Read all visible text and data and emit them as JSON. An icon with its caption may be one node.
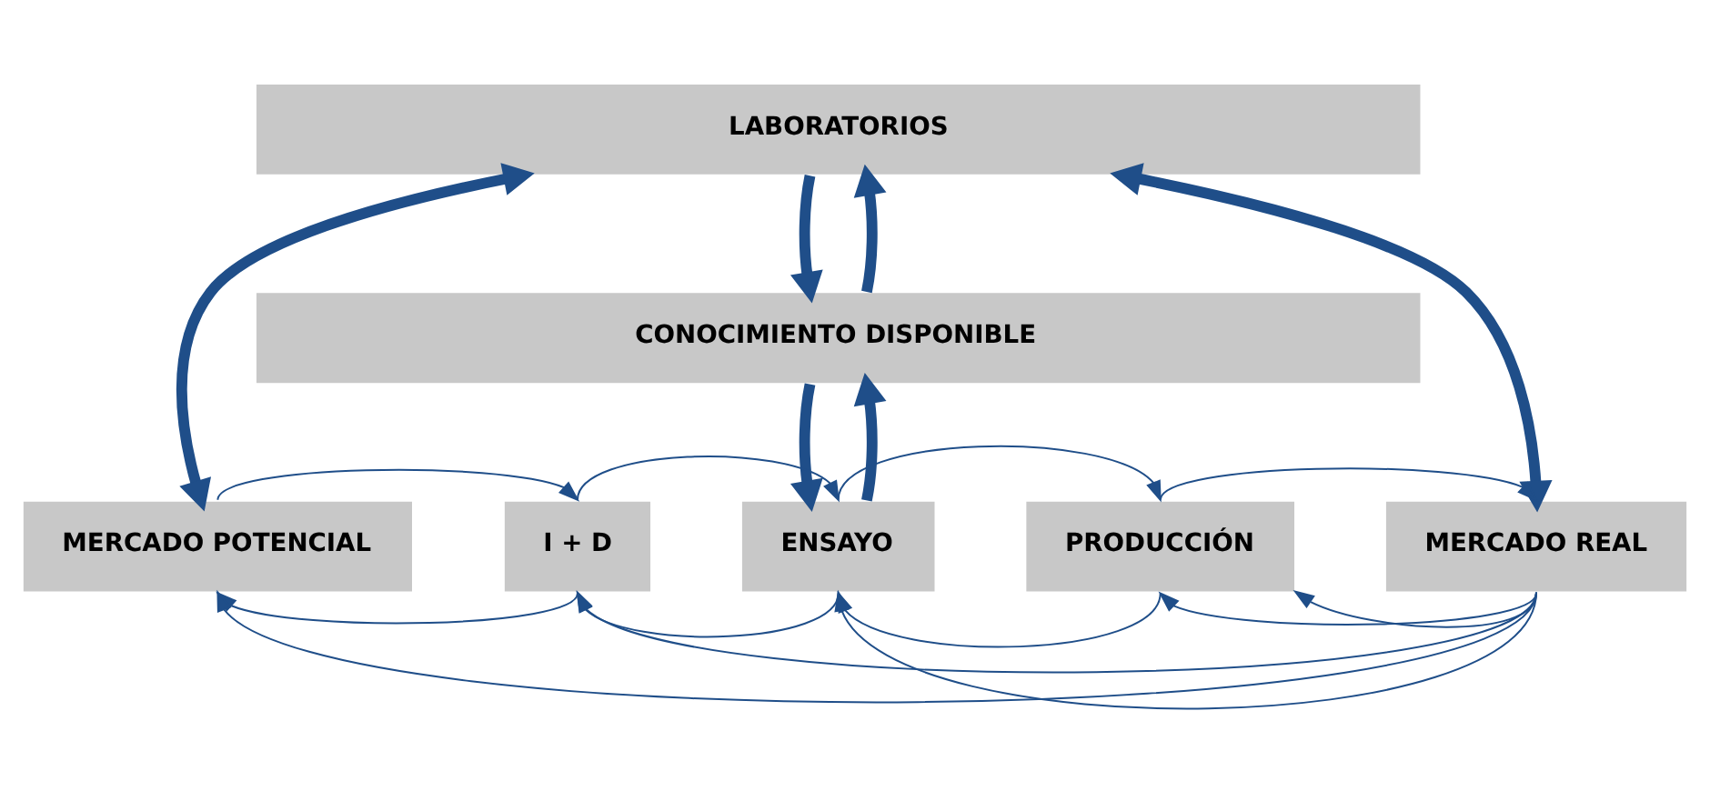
{
  "diagram": {
    "nodes": [
      {
        "text": [
          "LABORATORIOS"
        ]
      },
      {
        "text": [
          "CONOCIMIENTO DISPONIBLE"
        ]
      },
      {
        "text": [
          "MERCADO POTENCIAL"
        ]
      },
      {
        "text": [
          "I + D"
        ]
      },
      {
        "text": [
          "ENSAYO"
        ]
      },
      {
        "text": [
          "PRODUCCIÓN"
        ]
      },
      {
        "text": [
          "MERCADO REAL"
        ]
      }
    ],
    "edges": [
      {
        "from": 0,
        "to": 2,
        "arrow": "both",
        "style": "thick"
      },
      {
        "from": 0,
        "to": 6,
        "arrow": "both",
        "style": "thick"
      },
      {
        "from": 1,
        "to": 0,
        "arrow": "to",
        "style": "thick"
      },
      {
        "from": 0,
        "to": 1,
        "arrow": "to",
        "style": "thick"
      },
      {
        "from": 4,
        "to": 1,
        "arrow": "to",
        "style": "thick"
      },
      {
        "from": 1,
        "to": 4,
        "arrow": "to",
        "style": "thick"
      },
      {
        "from": 2,
        "to": 3,
        "arrow": "to"
      },
      {
        "from": 3,
        "to": 2,
        "arrow": "to"
      },
      {
        "from": 3,
        "to": 4,
        "arrow": "to"
      },
      {
        "from": 4,
        "to": 3,
        "arrow": "to"
      },
      {
        "from": 4,
        "to": 5,
        "arrow": "to"
      },
      {
        "from": 5,
        "to": 4,
        "arrow": "to"
      },
      {
        "from": 5,
        "to": 6,
        "arrow": "to"
      },
      {
        "from": 6,
        "to": 5,
        "arrow": "to"
      },
      {
        "from": 6,
        "to": 2,
        "arrow": "to"
      },
      {
        "from": 6,
        "to": 3,
        "arrow": "to"
      },
      {
        "from": 6,
        "to": 4,
        "arrow": "to"
      },
      {
        "from": 6,
        "to": 5,
        "arrow": "to"
      }
    ]
  }
}
